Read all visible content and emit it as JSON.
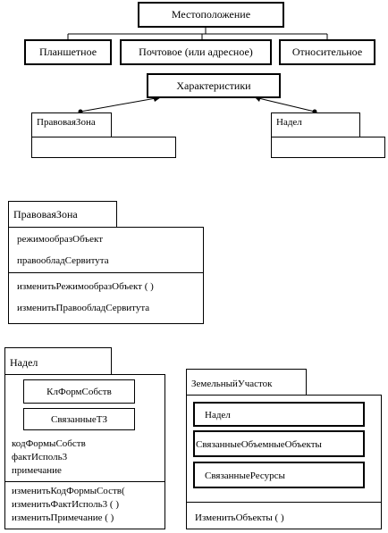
{
  "top": {
    "root": "Местоположение",
    "children": [
      "Планшетное",
      "Почтовое (или адресное)",
      "Относительное"
    ],
    "characteristics": "Характеристики",
    "left_class": "ПравоваяЗона",
    "right_class": "Надел"
  },
  "pravovaya": {
    "title": "ПравоваяЗона",
    "attrs": [
      "режимообразОбъект",
      "правообладСервитута"
    ],
    "methods": [
      "изменитьРежимообразОбъект ( )",
      "изменитьПравообладСервитута"
    ]
  },
  "nadel": {
    "title": "Надел",
    "inner": [
      "КлФормСобств",
      "СвязанныеТЗ"
    ],
    "attrs": [
      "кодФормыСобств",
      "фактИсполь3",
      "примечание"
    ],
    "methods": [
      "изменитьКодФормыСоств(",
      "изменитьФактИсполь3 ( )",
      "изменитьПримечание ( )"
    ]
  },
  "zemelny": {
    "title": "ЗемельныйУчасток",
    "inner": [
      "Надел",
      "СвязанныеОбъемныеОбъекты",
      "СвязанныеРесурсы"
    ],
    "method": "ИзменитьОбъекты ( )"
  }
}
